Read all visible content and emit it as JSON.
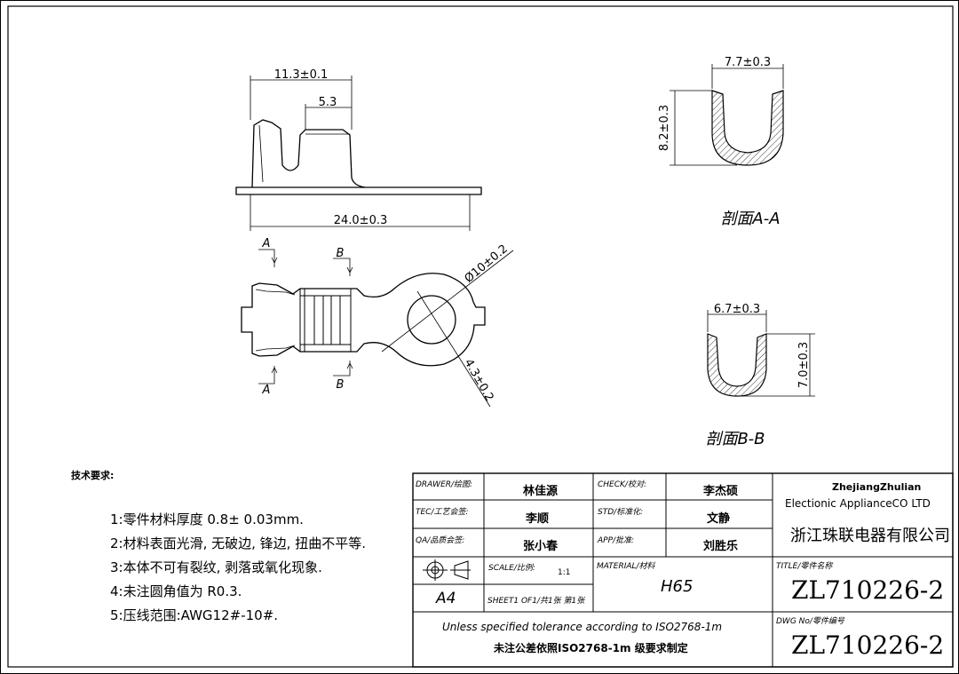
{
  "drawing": {
    "dims": {
      "top_width": "11.3±0.1",
      "slot_width": "5.3",
      "total_length": "24.0±0.3",
      "ring_diameter": "Ø10±0.2",
      "hole_diameter": "4.3±0.2",
      "section_a_width": "7.7±0.3",
      "section_a_height": "8.2±0.3",
      "section_b_width": "6.7±0.3",
      "section_b_height": "7.0±0.3"
    },
    "section_marks": {
      "a": "A",
      "b": "B"
    },
    "section_a_caption": "剖面A-A",
    "section_b_caption": "剖面B-B"
  },
  "notes": {
    "title": "技术要求:",
    "items": [
      "1:零件材料厚度 0.8± 0.03mm.",
      "2:材料表面光滑, 无破边, 锋边, 扭曲不平等.",
      "3:本体不可有裂纹, 剥落或氧化现象.",
      "4:未注圆角值为 R0.3.",
      "5:压线范围:AWG12#-10#."
    ]
  },
  "title_block": {
    "drawer_label": "DRAWER/绘图:",
    "drawer_value": "林佳源",
    "check_label": "CHECK/校对:",
    "check_value": "李杰硕",
    "tec_label": "TEC/工艺会签:",
    "tec_value": "李顺",
    "std_label": "STD/标准化:",
    "std_value": "文静",
    "qa_label": "QA/品质会签:",
    "qa_value": "张小春",
    "app_label": "APP/批准:",
    "app_value": "刘胜乐",
    "company_en_1": "ZhejiangZhulian",
    "company_en_2": "Electionic ApplianceCO LTD",
    "company_cn": "浙江珠联电器有限公司",
    "scale_label": "SCALE/比例:",
    "scale_value": "1:1",
    "material_label": "MATERIAL/材料",
    "material_value": "H65",
    "title_label": "TITLE/零件名称",
    "title_value": "ZL710226-2",
    "paper_size": "A4",
    "sheet_info": "SHEET1 OF1/共1张 第1张",
    "tolerance_en": "Unless specified tolerance according to ISO2768-1m",
    "tolerance_cn": "未注公差依照ISO2768-1m 级要求制定",
    "dwg_label": "DWG No/零件编号",
    "dwg_value": "ZL710226-2"
  }
}
